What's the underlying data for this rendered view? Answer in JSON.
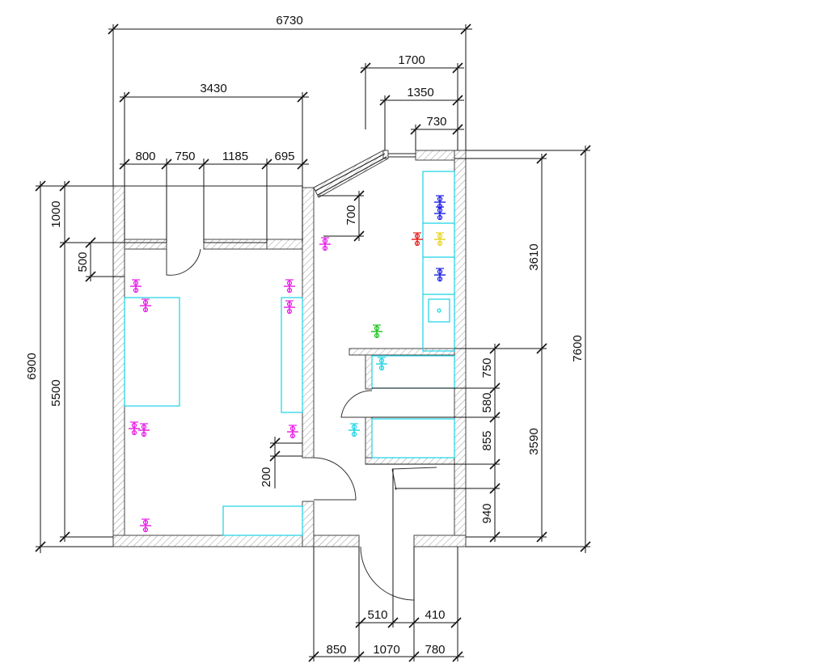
{
  "dimensions": {
    "top_total": "6730",
    "top_3430": "3430",
    "top_800": "800",
    "top_750": "750",
    "top_1185": "1185",
    "top_695": "695",
    "top_1700": "1700",
    "top_1350": "1350",
    "top_730": "730",
    "left_6900": "6900",
    "left_1000": "1000",
    "left_5500": "5500",
    "left_500": "500",
    "mid_700": "700",
    "mid_200": "200",
    "right_7600": "7600",
    "right_3610": "3610",
    "right_3590": "3590",
    "right_750": "750",
    "right_580": "580",
    "right_855": "855",
    "right_940": "940",
    "bottom_850": "850",
    "bottom_1070": "1070",
    "bottom_780": "780",
    "bottom_510": "510",
    "bottom_410": "410"
  },
  "colors": {
    "outlet_magenta": "#e619e6",
    "outlet_blue": "#1a1ae6",
    "outlet_red": "#e61a1a",
    "outlet_yellow": "#e6d619",
    "outlet_green": "#19c219",
    "outlet_cyan": "#19d3e6",
    "furniture": "#19d3e6"
  }
}
